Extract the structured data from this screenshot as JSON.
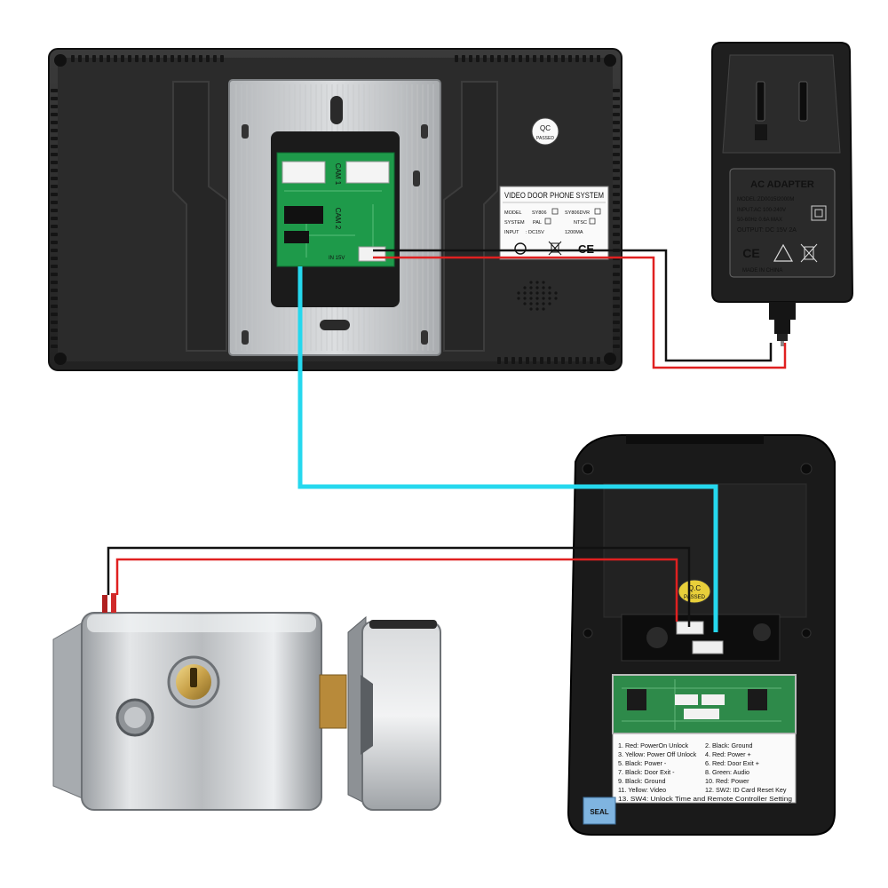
{
  "monitor": {
    "qc_badge": {
      "line1": "QC",
      "line2": "PASSED"
    },
    "pcb": {
      "cam1": "CAM 1",
      "cam2": "CAM 2",
      "power_in": "IN 15V"
    },
    "label": {
      "title": "VIDEO DOOR PHONE SYSTEM",
      "model_key": "MODEL",
      "model_opt1": "SY806",
      "model_opt2": "SY806DVR",
      "system_key": "SYSTEM",
      "system_opt1": "PAL",
      "system_opt2": "NTSC",
      "input_key": "INPUT",
      "input_val1": ": DC15V",
      "input_val2": "1200MA",
      "ce": "CE"
    }
  },
  "adapter": {
    "title": "AC ADAPTER",
    "model": "MODEL:ZD0015I2000M",
    "input_line": "INPUT:AC 100-240V",
    "freq_line": "50-60Hz 0.6A MAX",
    "output_line": "OUTPUT: DC 15V 2A",
    "ce": "CE",
    "made_in": "MADE IN CHINA"
  },
  "outdoor_unit": {
    "qc_badge": {
      "line1": "Q.C",
      "line2": "PASSED"
    },
    "wiring_legend": [
      "1. Red: PowerOn Unlock",
      "2. Black: Ground",
      "3. Yellow: Power Off Unlock",
      "4. Red:  Power +",
      "5. Black: Power -",
      "6. Red: Door Exit +",
      "7. Black: Door Exit -",
      "8. Green:  Audio",
      "9. Black: Ground",
      "10. Red:  Power",
      "11. Yellow:  Video",
      "12. SW2: ID Card Reset Key",
      "13. SW4: Unlock Time and Remote Controller Setting"
    ],
    "sticker": "SEAL"
  },
  "colors": {
    "wire_video": "#25d8ee",
    "wire_red": "#e02020",
    "wire_black": "#111111",
    "pcb_green": "#1e9a4a",
    "monitor_body": "#2f2f2f"
  }
}
